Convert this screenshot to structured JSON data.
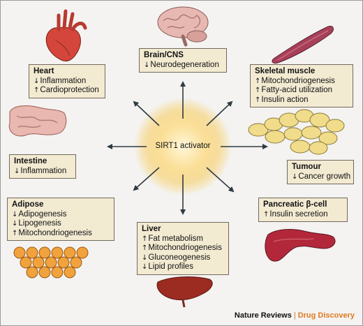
{
  "center": {
    "label": "SIRT1 activator"
  },
  "boxes": {
    "brain": {
      "title": "Brain/CNS",
      "items": [
        {
          "dir": "↓",
          "text": "Neurodegeneration"
        }
      ]
    },
    "heart": {
      "title": "Heart",
      "items": [
        {
          "dir": "↓",
          "text": "Inflammation"
        },
        {
          "dir": "↑",
          "text": "Cardioprotection"
        }
      ]
    },
    "muscle": {
      "title": "Skeletal muscle",
      "items": [
        {
          "dir": "↑",
          "text": "Mitochondriogenesis"
        },
        {
          "dir": "↑",
          "text": "Fatty-acid utilization"
        },
        {
          "dir": "↑",
          "text": "Insulin action"
        }
      ]
    },
    "intestine": {
      "title": "Intestine",
      "items": [
        {
          "dir": "↓",
          "text": "Inflammation"
        }
      ]
    },
    "tumour": {
      "title": "Tumour",
      "items": [
        {
          "dir": "↓",
          "text": "Cancer growth"
        }
      ]
    },
    "adipose": {
      "title": "Adipose",
      "items": [
        {
          "dir": "↓",
          "text": "Adipogenesis"
        },
        {
          "dir": "↓",
          "text": "Lipogenesis"
        },
        {
          "dir": "↑",
          "text": "Mitochondriogenesis"
        }
      ]
    },
    "liver": {
      "title": "Liver",
      "items": [
        {
          "dir": "↑",
          "text": "Fat metabolism"
        },
        {
          "dir": "↑",
          "text": "Mitochondriogenesis"
        },
        {
          "dir": "↓",
          "text": "Gluconeogenesis"
        },
        {
          "dir": "↓",
          "text": "Lipid profiles"
        }
      ]
    },
    "pancreas": {
      "title": "Pancreatic β-cell",
      "items": [
        {
          "dir": "↑",
          "text": "Insulin secretion"
        }
      ]
    }
  },
  "footer": {
    "brand1": "Nature Reviews",
    "separator": "|",
    "brand2": "Drug Discovery"
  },
  "colors": {
    "box_fill": "#f3ead2",
    "glow": "#f7c84a",
    "arrow": "#2e3a40",
    "brand_accent": "#e07a1f"
  },
  "illustrations": [
    "heart-illustration",
    "brain-illustration",
    "muscle-illustration",
    "intestine-illustration",
    "tumour-cells-illustration",
    "adipose-cells-illustration",
    "liver-illustration",
    "pancreas-illustration"
  ]
}
